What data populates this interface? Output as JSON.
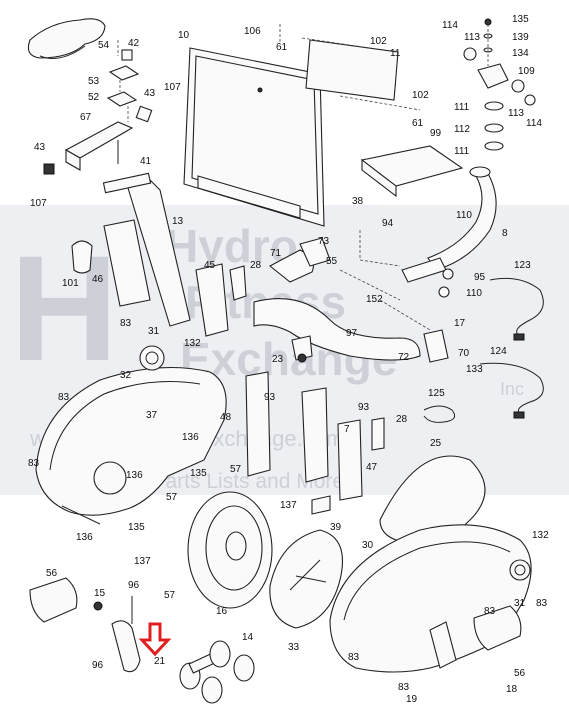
{
  "watermark": {
    "logo_letter": "H",
    "line1": "Hydro",
    "line2": "Fitness",
    "line3": "Exchange",
    "suffix": "Inc",
    "url_text": "www.hydrofitnessexchange.com",
    "tagline": "Manuals | Parts Lists and More"
  },
  "highlight": {
    "part": "21",
    "color": "#e02020"
  },
  "labels": {
    "l54": "54",
    "l42": "42",
    "l53": "53",
    "l52": "52",
    "l43a": "43",
    "l107a": "107",
    "l67": "67",
    "l43b": "43",
    "l41": "41",
    "l107b": "107",
    "l10": "10",
    "l106": "106",
    "l61a": "61",
    "l102a": "102",
    "l11": "11",
    "l102b": "102",
    "l61b": "61",
    "l99": "99",
    "l114a": "114",
    "l113a": "113",
    "l135a": "135",
    "l139": "139",
    "l134": "134",
    "l109": "109",
    "l111a": "111",
    "l113b": "113",
    "l114b": "114",
    "l112": "112",
    "l111b": "111",
    "l38": "38",
    "l110a": "110",
    "l8": "8",
    "l13": "13",
    "l101": "101",
    "l46": "46",
    "l45": "45",
    "l28a": "28",
    "l94": "94",
    "l73": "73",
    "l71": "71",
    "l55": "55",
    "l95": "95",
    "l123": "123",
    "l110b": "110",
    "l152": "152",
    "l17": "17",
    "l83a": "83",
    "l31a": "31",
    "l132a": "132",
    "l97": "97",
    "l23": "23",
    "l70": "70",
    "l72": "72",
    "l124": "124",
    "l133": "133",
    "l83b": "83",
    "l32": "32",
    "l93a": "93",
    "l93b": "93",
    "l125": "125",
    "l37": "37",
    "l48": "48",
    "l28b": "28",
    "l136a": "136",
    "l7": "7",
    "l25": "25",
    "l83c": "83",
    "l136b": "136",
    "l47": "47",
    "l135b": "135",
    "l57a": "57",
    "l57b": "57",
    "l137a": "137",
    "l39": "39",
    "l136c": "136",
    "l135c": "135",
    "l132b": "132",
    "l30": "30",
    "l137b": "137",
    "l56a": "56",
    "l96a": "96",
    "l15": "15",
    "l57c": "57",
    "l16": "16",
    "l31b": "31",
    "l83d": "83",
    "l83e": "83",
    "l33": "33",
    "l14": "14",
    "l96b": "96",
    "l21": "21",
    "l83f": "83",
    "l56b": "56",
    "l83g": "83",
    "l19": "19",
    "l18": "18"
  }
}
